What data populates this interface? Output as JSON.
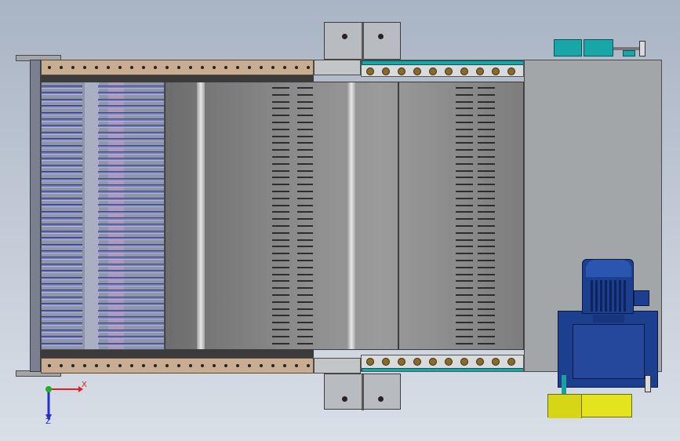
{
  "viewport": {
    "background_top": "#a9b4c4",
    "background_bottom": "#d9dfe7"
  },
  "triad": {
    "x_label": "X",
    "z_label": "Z",
    "y_label": "",
    "colors": {
      "x": "#e02020",
      "y": "#20b020",
      "z": "#2030d0"
    }
  },
  "model": {
    "components": [
      "top-frame-rail",
      "bottom-frame-rail",
      "rake-tines",
      "screen-drum",
      "drive-chain-top",
      "drive-chain-bottom",
      "mounting-brackets",
      "gear-housing",
      "electric-motor",
      "gear-reducer",
      "motor-base",
      "limit-switch"
    ],
    "colors": {
      "rail": "#c9ad93",
      "tine": "#6e78c0",
      "drum": "#8a8a8a",
      "housing": "#a3a6a9",
      "chain_accent": "#18a6a8",
      "motor": "#1d3f8f",
      "motor_base": "#e3e31e"
    }
  }
}
